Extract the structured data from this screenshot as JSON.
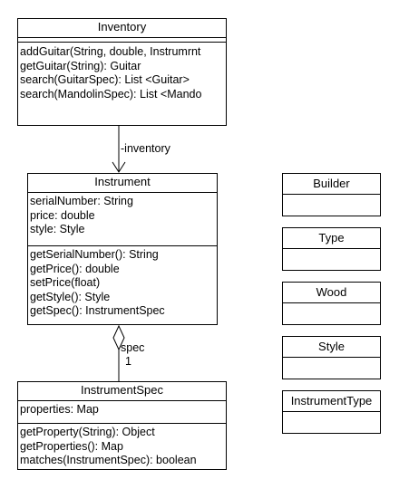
{
  "classes": {
    "inventory": {
      "name": "Inventory",
      "operations": [
        "addGuitar(String, double, Instrumrnt",
        "getGuitar(String): Guitar",
        "search(GuitarSpec): List <Guitar>",
        "search(MandolinSpec): List <Mando"
      ]
    },
    "instrument": {
      "name": "Instrument",
      "attributes": [
        "serialNumber: String",
        "price: double",
        "style: Style"
      ],
      "operations": [
        "getSerialNumber(): String",
        "getPrice(): double",
        "setPrice(float)",
        "getStyle(): Style",
        "getSpec(): InstrumentSpec"
      ]
    },
    "instrument_spec": {
      "name": "InstrumentSpec",
      "attributes": [
        "properties: Map"
      ],
      "operations": [
        "getProperty(String): Object",
        "getProperties(): Map",
        "matches(InstrumentSpec): boolean"
      ]
    },
    "builder": {
      "name": "Builder"
    },
    "type": {
      "name": "Type"
    },
    "wood": {
      "name": "Wood"
    },
    "style": {
      "name": "Style"
    },
    "instrument_type": {
      "name": "InstrumentType"
    }
  },
  "associations": {
    "inventory_to_instrument": {
      "role": "-inventory"
    },
    "instrument_to_spec": {
      "role": "spec",
      "multiplicity": "1"
    }
  }
}
